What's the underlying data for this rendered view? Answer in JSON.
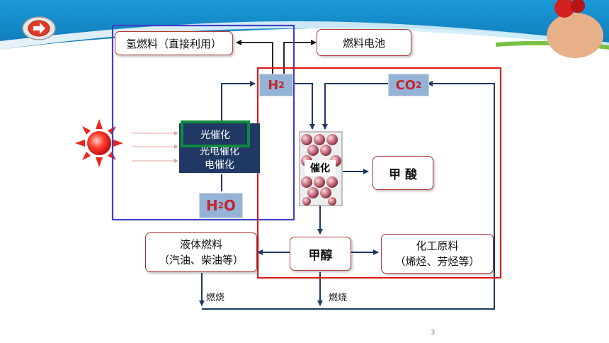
{
  "diagram": {
    "hydrogen_fuel": "氢燃料（直接利用）",
    "fuel_cell": "燃料电池",
    "h2": {
      "symbol": "H",
      "sub": "2"
    },
    "co2": {
      "symbol": "CO",
      "sub": "2"
    },
    "h2o": {
      "symbol": "H",
      "sub": "2",
      "tail": "O"
    },
    "photocatalysis": "光催化",
    "photoelectrocatalysis": "光电催化",
    "electrocatalysis": "电催化",
    "catalysis": "催化",
    "formic_acid": "甲 酸",
    "methanol": "甲醇",
    "liquid_fuel_line1": "液体燃料",
    "liquid_fuel_line2": "（汽油、柴油等）",
    "chemical_feedstock_line1": "化工原料",
    "chemical_feedstock_line2": "（烯烃、芳烃等）",
    "combustion_left": "燃烧",
    "combustion_mid": "燃烧"
  },
  "page_number": "3",
  "colors": {
    "blue_frame": "#4040c8",
    "red_frame": "#e01919",
    "green_frame": "#0f8a3c",
    "arrow": "#1f3864"
  },
  "icons": {
    "nav": "right-arrow-icon",
    "sun": "sun-icon"
  }
}
